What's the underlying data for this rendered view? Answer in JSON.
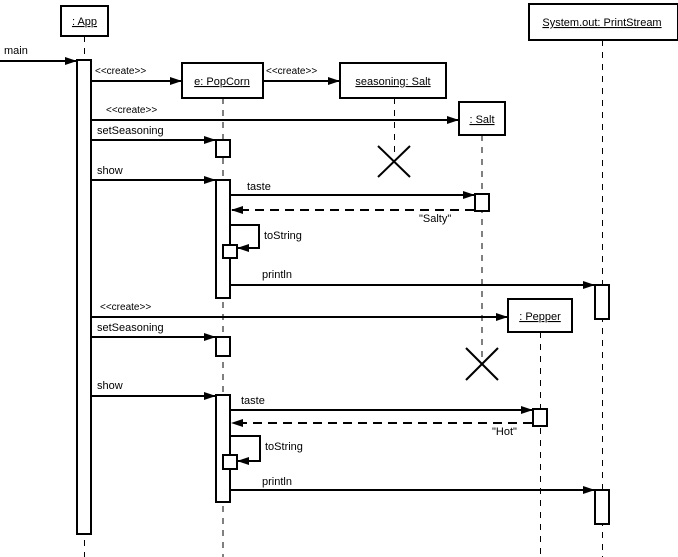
{
  "diagram": {
    "type": "UML sequence diagram",
    "colors": {
      "line": "#000000",
      "background": "#ffffff"
    },
    "lifelines": [
      {
        "id": "app",
        "name": ": App"
      },
      {
        "id": "popcorn",
        "name": "e:  PopCorn"
      },
      {
        "id": "seasoning_salt",
        "name": " seasoning: Salt"
      },
      {
        "id": "salt",
        "name": ": Salt"
      },
      {
        "id": "pepper",
        "name": ": Pepper"
      },
      {
        "id": "printstream",
        "name": "System.out: PrintStream"
      }
    ],
    "messages": [
      {
        "id": "m_main",
        "label": "main",
        "from": "external",
        "to": "app",
        "kind": "sync"
      },
      {
        "id": "m_create_popcorn",
        "label": "<<create>>",
        "from": "app",
        "to": "popcorn",
        "kind": "create"
      },
      {
        "id": "m_create_seasoning",
        "label": "<<create>>",
        "from": "popcorn",
        "to": "seasoning_salt",
        "kind": "create"
      },
      {
        "id": "m_create_salt",
        "label": "<<create>>",
        "from": "app",
        "to": "salt",
        "kind": "create"
      },
      {
        "id": "m_setseasoning_1",
        "label": "setSeasoning",
        "from": "app",
        "to": "popcorn",
        "kind": "sync"
      },
      {
        "id": "m_show_1",
        "label": "show",
        "from": "app",
        "to": "popcorn",
        "kind": "sync"
      },
      {
        "id": "m_taste_1",
        "label": "taste",
        "from": "popcorn",
        "to": "salt",
        "kind": "sync"
      },
      {
        "id": "m_return_1",
        "label": "\"Salty\"",
        "from": "salt",
        "to": "popcorn",
        "kind": "return"
      },
      {
        "id": "m_tostring_1",
        "label": "toString",
        "from": "popcorn",
        "to": "popcorn",
        "kind": "self"
      },
      {
        "id": "m_println_1",
        "label": "println",
        "from": "popcorn",
        "to": "printstream",
        "kind": "sync"
      },
      {
        "id": "m_create_pepper",
        "label": "<<create>>",
        "from": "app",
        "to": "pepper",
        "kind": "create"
      },
      {
        "id": "m_setseasoning_2",
        "label": "setSeasoning",
        "from": "app",
        "to": "popcorn",
        "kind": "sync"
      },
      {
        "id": "m_show_2",
        "label": "show",
        "from": "app",
        "to": "popcorn",
        "kind": "sync"
      },
      {
        "id": "m_taste_2",
        "label": "taste",
        "from": "popcorn",
        "to": "pepper",
        "kind": "sync"
      },
      {
        "id": "m_return_2",
        "label": "\"Hot\"",
        "from": "pepper",
        "to": "popcorn",
        "kind": "return"
      },
      {
        "id": "m_tostring_2",
        "label": "toString",
        "from": "popcorn",
        "to": "popcorn",
        "kind": "self"
      },
      {
        "id": "m_println_2",
        "label": "println",
        "from": "popcorn",
        "to": "printstream",
        "kind": "sync"
      }
    ],
    "destructions": [
      {
        "id": "destroy_seasoning_salt",
        "lifeline": "seasoning_salt"
      },
      {
        "id": "destroy_salt",
        "lifeline": "salt"
      }
    ]
  }
}
